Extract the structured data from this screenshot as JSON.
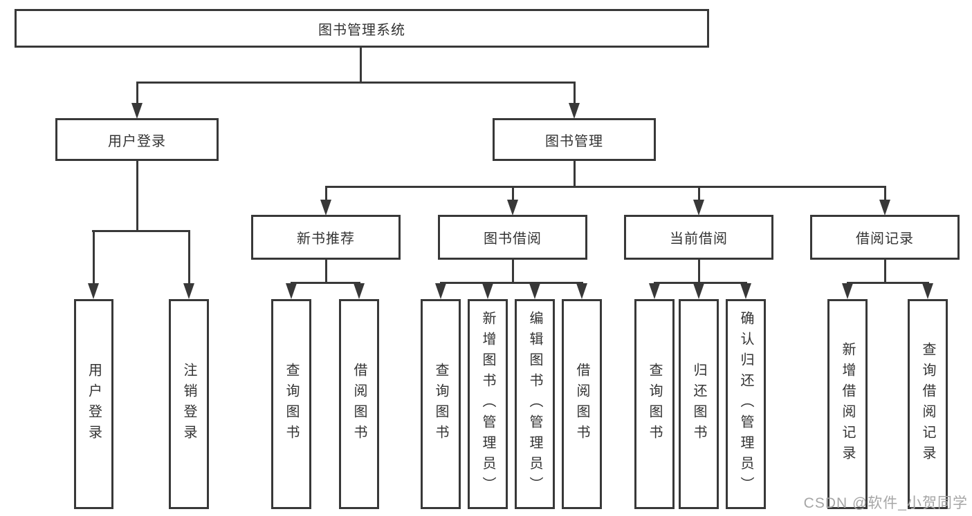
{
  "diagram": {
    "tree": {
      "root": {
        "label": "图书管理系统"
      },
      "branches": [
        {
          "label": "用户登录",
          "leaves": [
            {
              "label": "用户登录"
            },
            {
              "label": "注销登录"
            }
          ]
        },
        {
          "label": "图书管理",
          "groups": [
            {
              "label": "新书推荐",
              "leaves": [
                {
                  "label": "查询图书"
                },
                {
                  "label": "借阅图书"
                }
              ]
            },
            {
              "label": "图书借阅",
              "leaves": [
                {
                  "label": "查询图书"
                },
                {
                  "label": "新增图书（管理员）"
                },
                {
                  "label": "编辑图书（管理员）"
                },
                {
                  "label": "借阅图书"
                }
              ]
            },
            {
              "label": "当前借阅",
              "leaves": [
                {
                  "label": "查询图书"
                },
                {
                  "label": "归还图书"
                },
                {
                  "label": "确认归还（管理员）"
                }
              ]
            },
            {
              "label": "借阅记录",
              "leaves": [
                {
                  "label": "新增借阅记录"
                },
                {
                  "label": "查询借阅记录"
                }
              ]
            }
          ]
        }
      ]
    },
    "watermark": {
      "text": "CSDN @软件_小贺同学"
    },
    "colors": {
      "line": "#383838",
      "text": "#333333",
      "watermark": "#a6a6a6",
      "background": "#ffffff"
    }
  }
}
